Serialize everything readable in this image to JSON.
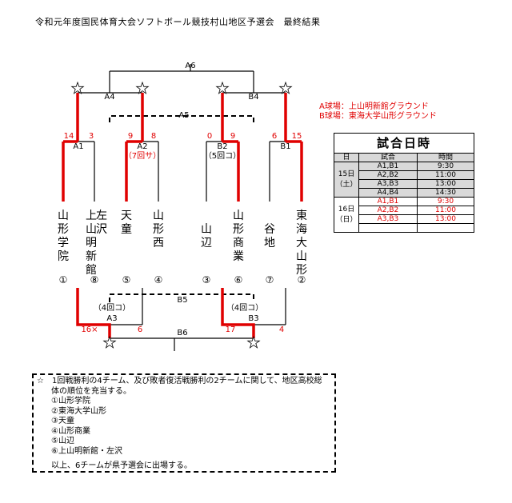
{
  "title": "令和元年度国民体育大会ソフトボール競技村山地区予選会　最終結果",
  "venues": {
    "a": "A球場：上山明新館グラウンド",
    "b": "B球場：東海大学山形グラウンド"
  },
  "matches": {
    "a6": "A6",
    "a4": "A4",
    "b4": "B4",
    "a5": "A5",
    "a1": "A1",
    "a2": "A2",
    "b2": "B2",
    "b1": "B1",
    "b5": "B5",
    "a3": "A3",
    "b3": "B3",
    "b6": "B6",
    "a2_note": "（7回サ）",
    "b2_note": "（5回コ）",
    "a3_note": "（4回コ）",
    "b3_note": "（4回コ）"
  },
  "scores": {
    "a1_left": "14",
    "a1_right": "3",
    "a2_left": "9",
    "a2_right": "8",
    "b2_left": "0",
    "b2_right": "9",
    "b1_left": "6",
    "b1_right": "15",
    "a3_left": "16×",
    "a3_right": "6",
    "b3_left": "17",
    "b3_right": "4"
  },
  "teams": [
    {
      "chars": [
        "山",
        "形",
        "学",
        "院"
      ],
      "seed": "①"
    },
    {
      "chars": [
        "上",
        "山",
        "明",
        "新",
        "館"
      ],
      "seed": "⑧"
    },
    {
      "chars": [
        "左",
        "沢"
      ],
      "seed": ""
    },
    {
      "chars": [
        "天",
        "童"
      ],
      "seed": "⑤"
    },
    {
      "chars": [
        "山",
        "形",
        "西"
      ],
      "seed": "④"
    },
    {
      "chars": [
        "山",
        "辺"
      ],
      "seed": "③"
    },
    {
      "chars": [
        "山",
        "形",
        "商",
        "業"
      ],
      "seed": "⑥"
    },
    {
      "chars": [
        "谷",
        "地"
      ],
      "seed": "⑦"
    },
    {
      "chars": [
        "東",
        "海",
        "大",
        "山",
        "形"
      ],
      "seed": "②"
    }
  ],
  "schedule": {
    "heading": "試合日時",
    "col_day": "日",
    "col_match": "試合",
    "col_time": "時間",
    "day1": "15日（土）",
    "day2": "16日（日）",
    "rows1": [
      {
        "match": "A1,B1",
        "time": "9:30"
      },
      {
        "match": "A2,B2",
        "time": "11:00"
      },
      {
        "match": "A3,B3",
        "time": "13:00"
      },
      {
        "match": "A4,B4",
        "time": "14:30"
      }
    ],
    "rows2": [
      {
        "match": "A1,B1",
        "time": "9:30"
      },
      {
        "match": "A2,B2",
        "time": "11:00"
      },
      {
        "match": "A3,B3",
        "time": "13:00"
      }
    ]
  },
  "note": {
    "line1": "☆　1回戦勝利の4チーム、及び敗者復活戦勝利の2チームに関して、地区高校総",
    "line2": "体の順位を充当する。",
    "ranks": [
      "①山形学院",
      "②東海大学山形",
      "③天童",
      "④山形商業",
      "⑤山辺",
      "⑥上山明新館・左沢"
    ],
    "footer": "以上、6チームが県予選会に出場する。"
  },
  "colors": {
    "win": "#e00000",
    "line": "#000000"
  }
}
